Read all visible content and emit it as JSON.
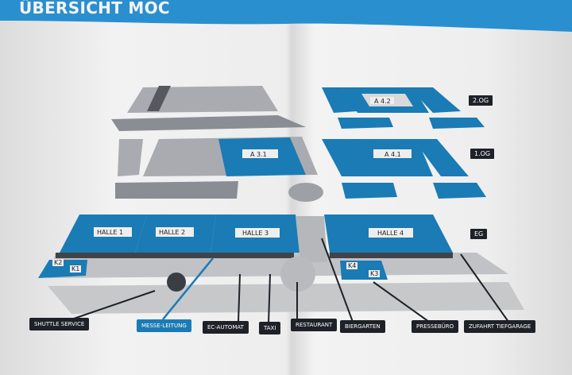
{
  "header": {
    "title": "ÜBERSICHT MOC"
  },
  "levels": [
    {
      "label": "2.OG"
    },
    {
      "label": "1.OG"
    },
    {
      "label": "EG"
    }
  ],
  "halls": {
    "a42": "A 4.2",
    "a31": "A 3.1",
    "a41": "A 4.1",
    "h1": "HALLE 1",
    "h2": "HALLE 2",
    "h3": "HALLE 3",
    "h4": "HALLE 4",
    "k1": "K1",
    "k2": "K2",
    "k3": "K3",
    "k4": "K4"
  },
  "callouts": [
    "SHUTTLE SERVICE",
    "MESSE-LEITUNG",
    "EC-AUTOMAT",
    "TAXI",
    "RESTAURANT",
    "BIERGARTEN",
    "PRESSEBÜRO",
    "ZUFAHRT TIEFGARAGE"
  ],
  "colors": {
    "blue": "#1a7bb5",
    "dark": "#1e2128",
    "header": "#2a8fcf"
  }
}
